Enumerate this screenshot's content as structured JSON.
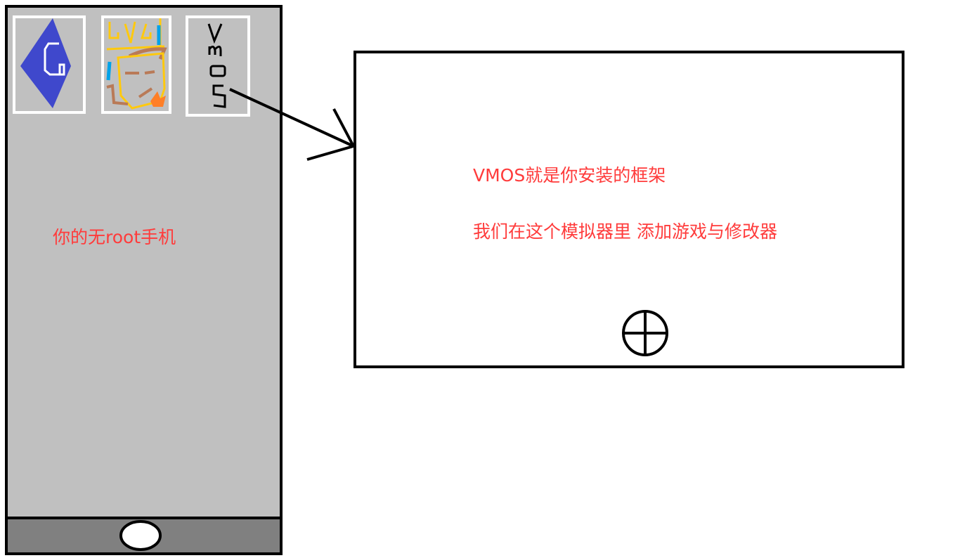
{
  "phone": {
    "label": "你的无root手机",
    "apps": [
      {
        "name": "G",
        "icon": "g-diamond-icon",
        "color": "#3f48cc"
      },
      {
        "name": "game-character",
        "icon": "character-face-icon"
      },
      {
        "name": "VMOS",
        "letters": [
          "V",
          "M",
          "O",
          "S"
        ],
        "icon": "vmos-icon"
      }
    ]
  },
  "vmos_window": {
    "line1": "VMOS就是你安装的框架",
    "line2": "我们在这个模拟器里 添加游戏与修改器",
    "add_icon": "plus-circle-icon"
  },
  "colors": {
    "text": "#ff3b3b",
    "phone_bg": "#c0c0c0",
    "bar": "#808080",
    "g_icon": "#3f48cc"
  }
}
